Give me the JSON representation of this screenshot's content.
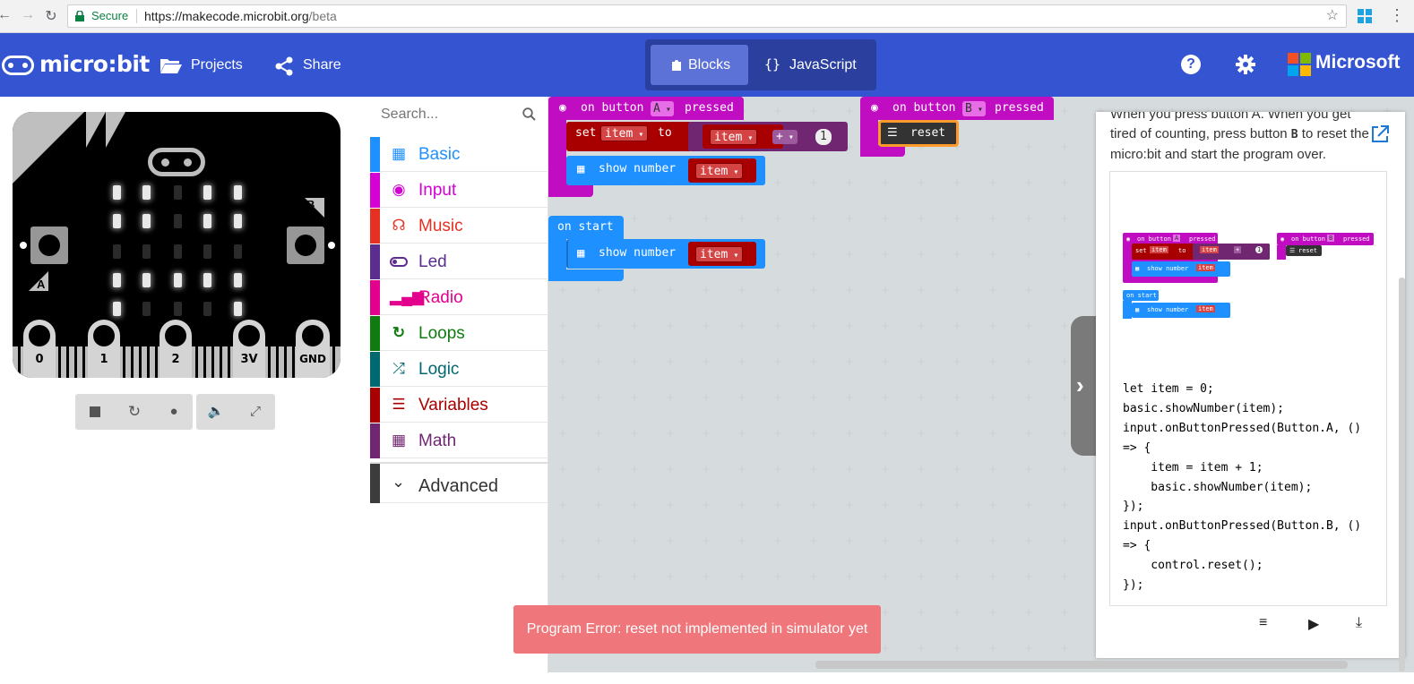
{
  "browser": {
    "secure_label": "Secure",
    "url_host": "https://makecode.microbit.org",
    "url_path": "/beta"
  },
  "header": {
    "logo_text": "micro:bit",
    "projects_label": "Projects",
    "share_label": "Share",
    "blocks_label": "Blocks",
    "javascript_label": "JavaScript",
    "brand_text": "Microsoft"
  },
  "simulator": {
    "button_a": "A",
    "button_b": "B",
    "pins": [
      "0",
      "1",
      "2",
      "3V",
      "GND"
    ],
    "led_matrix": [
      [
        1,
        1,
        0,
        1,
        1
      ],
      [
        1,
        1,
        0,
        1,
        1
      ],
      [
        0,
        0,
        0,
        0,
        0
      ],
      [
        1,
        1,
        1,
        1,
        1
      ],
      [
        1,
        0,
        0,
        0,
        1
      ]
    ]
  },
  "toolbox": {
    "search_placeholder": "Search...",
    "categories": [
      {
        "label": "Basic",
        "color": "#1e90ff"
      },
      {
        "label": "Input",
        "color": "#d400d4"
      },
      {
        "label": "Music",
        "color": "#e63022"
      },
      {
        "label": "Led",
        "color": "#5c2d91"
      },
      {
        "label": "Radio",
        "color": "#e3008c"
      },
      {
        "label": "Loops",
        "color": "#107c10"
      },
      {
        "label": "Logic",
        "color": "#006970"
      },
      {
        "label": "Variables",
        "color": "#a80000"
      },
      {
        "label": "Math",
        "color": "#712672"
      }
    ],
    "advanced_label": "Advanced"
  },
  "workspace": {
    "on_button_a": {
      "prefix": "on button",
      "button": "A",
      "suffix": "pressed"
    },
    "set_block": {
      "set": "set",
      "var": "item",
      "to": "to",
      "operand_var": "item",
      "op": "+",
      "value": "1"
    },
    "show_number_1": {
      "label": "show number",
      "var": "item"
    },
    "on_button_b": {
      "prefix": "on button",
      "button": "B",
      "suffix": "pressed"
    },
    "reset_label": "reset",
    "on_start": "on start",
    "show_number_2": {
      "label": "show number",
      "var": "item"
    },
    "error_toast": "Program Error: reset not implemented in simulator yet"
  },
  "tutorial": {
    "text_line_0": "When you press button A. When you get",
    "text_line_1_pre": "tired of counting, press button ",
    "text_line_1_bold": "B",
    "text_line_1_post": " to reset the",
    "text_line_2": "micro:bit and start the program over.",
    "code": "let item = 0;\nbasic.showNumber(item);\ninput.onButtonPressed(Button.A, ()\n=> {\n    item = item + 1;\n    basic.showNumber(item);\n});\ninput.onButtonPressed(Button.B, ()\n=> {\n    control.reset();\n});",
    "mini": {
      "on_button_a": "on button",
      "a": "A",
      "pressed": "pressed",
      "set": "set",
      "item": "item",
      "to": "to",
      "plus": "+",
      "one": "1",
      "show_number": "show number",
      "on_button_b": "on button",
      "b": "B",
      "reset": "reset",
      "on_start": "on start"
    }
  },
  "colors": {
    "header": "#3454d1",
    "input_block": "#d400d4",
    "basic_block": "#1e90ff",
    "variables_block": "#a80000",
    "math_block": "#712672",
    "error": "#ef767a"
  }
}
